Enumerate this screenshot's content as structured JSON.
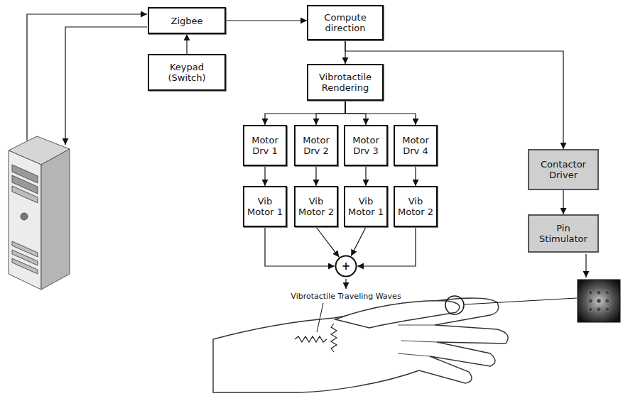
{
  "diagram": {
    "nodes": [
      {
        "text": [
          "Zigbee"
        ]
      },
      {
        "text": [
          "Compute direction"
        ]
      },
      {
        "text": [
          "Keypad (Switch)"
        ]
      },
      {
        "text": [
          "Vibrotactile Rendering"
        ]
      },
      {
        "text": [
          "Motor Drv 1"
        ]
      },
      {
        "text": [
          "Motor Drv 2"
        ]
      },
      {
        "text": [
          "Motor Drv 3"
        ]
      },
      {
        "text": [
          "Motor Drv 4"
        ]
      },
      {
        "text": [
          "Vib Motor 1"
        ]
      },
      {
        "text": [
          "Vib Motor 2"
        ]
      },
      {
        "text": [
          "Vib Motor 1"
        ]
      },
      {
        "text": [
          "Vib Motor 2"
        ]
      },
      {
        "text": [
          "Contactor Driver"
        ]
      },
      {
        "text": [
          "Pin Stimulator"
        ]
      },
      {
        "text": [
          "+"
        ]
      }
    ],
    "edges": [
      {
        "from": 0,
        "to": 1,
        "arrow": "to"
      },
      {
        "from": 2,
        "to": 0,
        "arrow": "to"
      },
      {
        "from": 1,
        "to": 3,
        "arrow": "to"
      },
      {
        "from": 1,
        "to": 12,
        "arrow": "to"
      },
      {
        "from": 3,
        "to": 4,
        "arrow": "to"
      },
      {
        "from": 3,
        "to": 5,
        "arrow": "to"
      },
      {
        "from": 3,
        "to": 6,
        "arrow": "to"
      },
      {
        "from": 3,
        "to": 7,
        "arrow": "to"
      },
      {
        "from": 4,
        "to": 8,
        "arrow": "to"
      },
      {
        "from": 5,
        "to": 9,
        "arrow": "to"
      },
      {
        "from": 6,
        "to": 10,
        "arrow": "to"
      },
      {
        "from": 7,
        "to": 11,
        "arrow": "to"
      },
      {
        "from": 8,
        "to": 14,
        "arrow": "to"
      },
      {
        "from": 9,
        "to": 14,
        "arrow": "to"
      },
      {
        "from": 10,
        "to": 14,
        "arrow": "to"
      },
      {
        "from": 11,
        "to": 14,
        "arrow": "to"
      },
      {
        "from": 12,
        "to": 13,
        "arrow": "to"
      }
    ],
    "labels": [
      "Vibrotactile Traveling Waves"
    ]
  }
}
